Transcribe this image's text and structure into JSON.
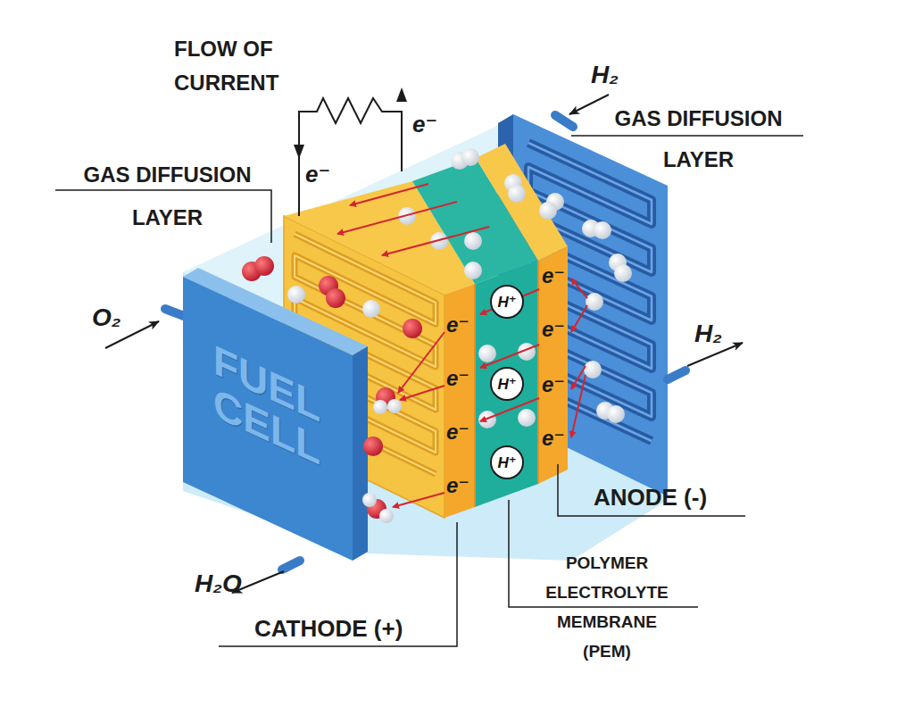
{
  "diagram": {
    "nodes": [
      {
        "text": [
          "FUEL CELL"
        ]
      },
      {
        "text": [
          "H⁺"
        ]
      },
      {
        "text": [
          "H⁺"
        ]
      },
      {
        "text": [
          "H⁺"
        ]
      }
    ],
    "labels": [
      "FLOW OF CURRENT",
      "e⁻",
      "e⁻",
      "GAS DIFFUSION LAYER",
      "GAS DIFFUSION LAYER",
      "H₂",
      "O₂",
      "H₂",
      "e⁻",
      "e⁻",
      "e⁻",
      "e⁻",
      "e⁻",
      "e⁻",
      "e⁻",
      "e⁻",
      "ANODE (-)",
      "CATHODE (+)",
      "POLYMER ELECTROLYTE MEMBRANE (PEM)",
      "H₂O"
    ]
  }
}
